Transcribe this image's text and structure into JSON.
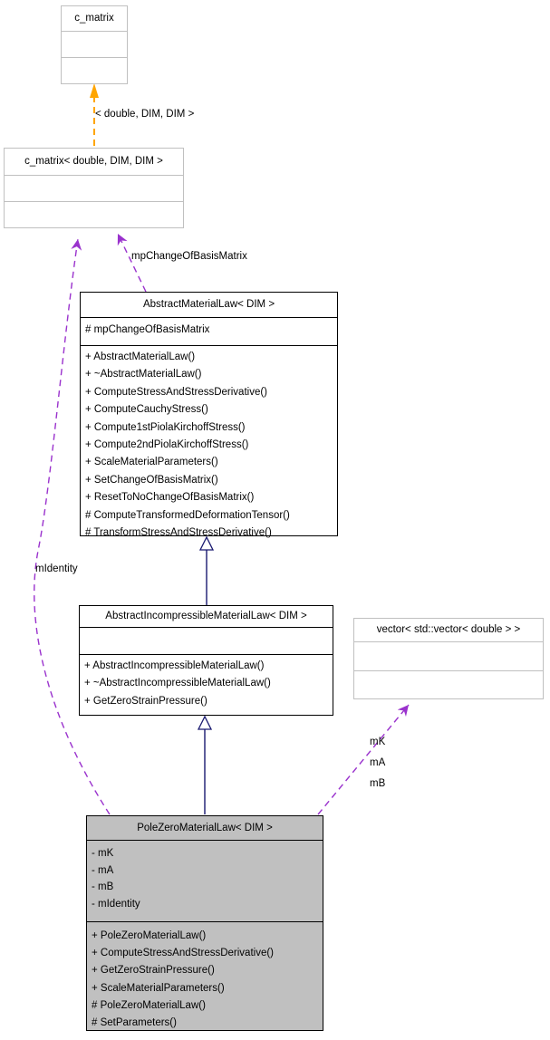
{
  "diagram": {
    "type": "uml-collaboration-diagram",
    "classes": [
      {
        "name": "c_matrix"
      },
      {
        "name": "c_matrix< double, DIM, DIM >"
      },
      {
        "name": "AbstractMaterialLaw< DIM >",
        "attributes": [
          "# mpChangeOfBasisMatrix"
        ],
        "methods": [
          "+ AbstractMaterialLaw()",
          "+ ~AbstractMaterialLaw()",
          "+ ComputeStressAndStressDerivative()",
          "+ ComputeCauchyStress()",
          "+ Compute1stPiolaKirchoffStress()",
          "+ Compute2ndPiolaKirchoffStress()",
          "+ ScaleMaterialParameters()",
          "+ SetChangeOfBasisMatrix()",
          "+ ResetToNoChangeOfBasisMatrix()",
          "# ComputeTransformedDeformationTensor()",
          "# TransformStressAndStressDerivative()"
        ]
      },
      {
        "name": "AbstractIncompressibleMaterialLaw< DIM >",
        "attributes": [],
        "methods": [
          "+ AbstractIncompressibleMaterialLaw()",
          "+ ~AbstractIncompressibleMaterialLaw()",
          "+ GetZeroStrainPressure()"
        ]
      },
      {
        "name": "vector< std::vector< double > >"
      },
      {
        "name": "PoleZeroMaterialLaw< DIM >",
        "attributes": [
          "- mK",
          "- mA",
          "- mB",
          "- mIdentity"
        ],
        "methods": [
          "+ PoleZeroMaterialLaw()",
          "+ ComputeStressAndStressDerivative()",
          "+ GetZeroStrainPressure()",
          "+ ScaleMaterialParameters()",
          "# PoleZeroMaterialLaw()",
          "# SetParameters()"
        ]
      }
    ],
    "edge_labels": {
      "template_args": "< double, DIM, DIM >",
      "mp_change_of_basis_matrix": "mpChangeOfBasisMatrix",
      "m_identity": "mIdentity",
      "m_k": "mK",
      "m_a": "mA",
      "m_b": "mB"
    },
    "colors": {
      "inheritance_edge": "#191970",
      "usage_edge": "#9a32cd",
      "template_edge": "#ffa500",
      "light_border": "#c0c0c0",
      "dark_border": "#000000",
      "highlight_fill": "#c0c0c0",
      "box_fill": "#ffffff"
    }
  }
}
